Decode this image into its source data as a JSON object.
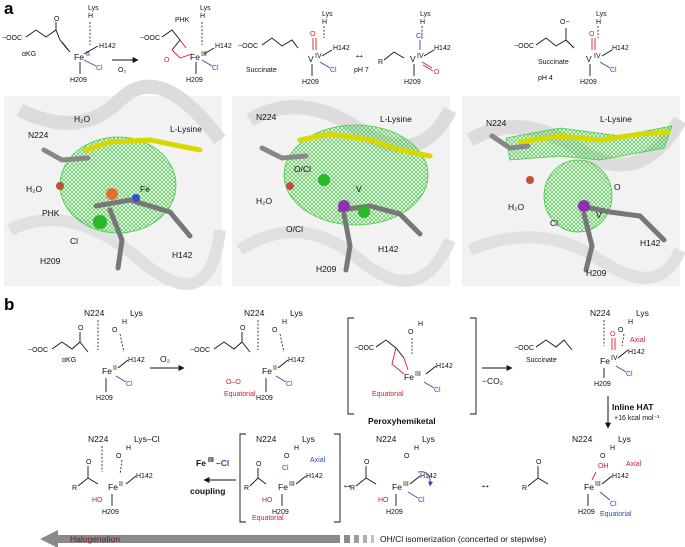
{
  "panel_a": {
    "letter": "a",
    "schemes": {
      "s1": {
        "lys": "Lys",
        "h": "H",
        "substrate": "−OOC",
        "akg": "αKG",
        "fe": "Fe",
        "fe_ox": "II",
        "h142": "H142",
        "h209": "H209",
        "cl": "Cl"
      },
      "arrow1_label": "O₂",
      "s2": {
        "phk": "PHK",
        "lys": "Lys",
        "h": "H",
        "substrate": "−OOC",
        "fe": "Fe",
        "fe_ox": "III",
        "h142": "H142",
        "h209": "H209",
        "cl": "Cl"
      },
      "s3": {
        "lys": "Lys",
        "h": "H",
        "substrate": "−OOC",
        "succinate": "Succinate",
        "v": "V",
        "v_ox": "IV",
        "o": "O",
        "h142": "H142",
        "h209": "H209",
        "cl": "Cl"
      },
      "eq_label": "pH 7",
      "s4": {
        "lys": "Lys",
        "h": "H",
        "r": "R",
        "v": "V",
        "v_ox": "IV",
        "o": "O",
        "h142": "H142",
        "h209": "H209",
        "cl": "Cl"
      },
      "s5": {
        "lys": "Lys",
        "h": "H",
        "o_minus": "O−",
        "succinate": "Succinate",
        "ph": "pH 4",
        "v": "V",
        "v_ox": "IV",
        "o": "O",
        "h142": "H142",
        "h209": "H209",
        "cl": "Cl"
      }
    },
    "crystals": [
      {
        "labels": [
          "N224",
          "H₂O",
          "L-Lysine",
          "H₂O",
          "Fe",
          "PHK",
          "Cl",
          "H209",
          "H142"
        ]
      },
      {
        "labels": [
          "N224",
          "L-Lysine",
          "O/Cl",
          "H₂O",
          "V",
          "O/Cl",
          "H142",
          "H209"
        ]
      },
      {
        "labels": [
          "N224",
          "L-Lysine",
          "O",
          "H₂O",
          "Cl",
          "V",
          "H142",
          "H209"
        ]
      }
    ]
  },
  "panel_b": {
    "letter": "b",
    "step1": {
      "n224": "N224",
      "lys": "Lys",
      "h": "H",
      "o": "O",
      "substrate": "−OOC",
      "akg": "αKG",
      "fe": "Fe",
      "fe_ox": "II",
      "h142": "H142",
      "h209": "H209",
      "cl": "Cl"
    },
    "arrow_o2": "O₂",
    "step2": {
      "n224": "N224",
      "lys": "Lys",
      "h": "H",
      "o": "O",
      "substrate": "−OOC",
      "fe": "Fe",
      "fe_ox": "II",
      "h142": "H142",
      "h209": "H209",
      "cl": "Cl",
      "oo": "O–O",
      "equatorial": "Equatorial"
    },
    "step3": {
      "h": "H",
      "o": "O",
      "substrate": "−OOC",
      "fe": "Fe",
      "fe_ox": "III",
      "h142": "H142",
      "cl": "Cl",
      "equatorial": "Equatorial",
      "caption": "Peroxyhemiketal"
    },
    "arrow_co2": "−CO₂",
    "step4": {
      "n224": "N224",
      "lys": "Lys",
      "h": "H",
      "o": "O",
      "succinate": "Succinate",
      "fe": "Fe",
      "fe_ox": "IV",
      "h142": "H142",
      "h209": "H209",
      "cl": "Cl",
      "axial": "Axial"
    },
    "hat": {
      "label": "Inline HAT",
      "energy": "+16 kcal mol⁻¹"
    },
    "step5": {
      "n224": "N224",
      "lys": "Lys",
      "h": "H",
      "o": "O",
      "oh": "OH",
      "r": "R",
      "fe": "Fe",
      "fe_ox": "III",
      "h142": "H142",
      "h209": "H209",
      "cl": "Cl",
      "axial": "Axial",
      "equatorial": "Equatorial"
    },
    "step6": {
      "n224": "N224",
      "lys": "Lys",
      "h": "H",
      "o": "O",
      "ho": "HO",
      "r": "R",
      "fe": "Fe",
      "fe_ox": "III",
      "h142": "H142",
      "h209": "H209",
      "cl": "Cl"
    },
    "step7": {
      "n224": "N224",
      "lys": "Lys",
      "h": "H",
      "o": "O",
      "ho": "HO",
      "r": "R",
      "fe": "Fe",
      "fe_ox": "III",
      "h142": "H142",
      "h209": "H209",
      "cl": "Cl",
      "axial": "Axial",
      "equatorial": "Equatorial"
    },
    "step8": {
      "n224": "N224",
      "lys_cl": "Lys–Cl",
      "h": "H",
      "o": "O",
      "ho": "HO",
      "r": "R",
      "fe": "Fe",
      "fe_ox": "II",
      "h142": "H142",
      "h209": "H209"
    },
    "coupling": {
      "fe": "Fe",
      "fe_ox": "III",
      "cl": "–Cl",
      "word": "coupling"
    },
    "bottom": {
      "halogenation": "Halogenation",
      "isomerization": "OH/Cl isomerization (concerted or stepwise)"
    }
  },
  "colors": {
    "red": "#d3202a",
    "blue": "#2b4fa8",
    "mesh": "#3fcf3f",
    "carbon": "#e6e600",
    "grey": "#7a7a7a"
  }
}
